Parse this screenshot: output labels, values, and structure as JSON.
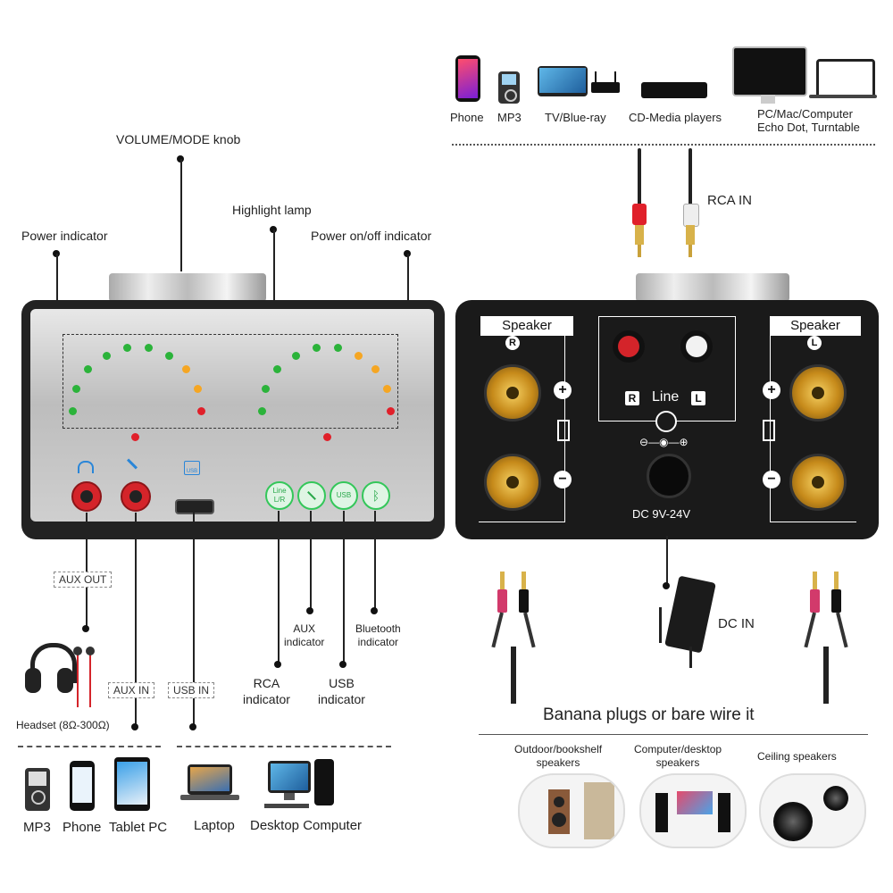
{
  "front": {
    "volume_knob_label": "VOLUME/MODE knob",
    "highlight_lamp_label": "Highlight lamp",
    "power_indicator_label": "Power indicator",
    "power_onoff_label": "Power on/off indicator",
    "aux_out": "AUX OUT",
    "aux_in": "AUX IN",
    "usb_in": "USB IN",
    "headset_label": "Headset (8Ω-300Ω)",
    "aux_indicator": "AUX\nindicator",
    "bluetooth_indicator": "Bluetooth\nindicator",
    "rca_indicator": "RCA\nindicator",
    "usb_indicator": "USB\nindicator",
    "ind_line": "Line\nL/R",
    "ind_usb": "USB",
    "usb_port_label": "USB"
  },
  "bottom_left_devices": [
    {
      "label": "MP3"
    },
    {
      "label": "Phone"
    },
    {
      "label": "Tablet PC"
    },
    {
      "label": "Laptop"
    },
    {
      "label": "Desktop Computer"
    }
  ],
  "top_devices": [
    {
      "label": "Phone"
    },
    {
      "label": "MP3"
    },
    {
      "label": "TV/Blue-ray"
    },
    {
      "label": "CD-Media players"
    },
    {
      "label": "PC/Mac/Computer\nEcho Dot, Turntable"
    }
  ],
  "back": {
    "rca_in": "RCA IN",
    "speaker_r": "Speaker",
    "speaker_l": "Speaker",
    "r_badge": "R",
    "l_badge": "L",
    "line_label": "Line",
    "dc_spec": "DC 9V-24V",
    "dc_in": "DC IN",
    "plus": "+",
    "minus": "−"
  },
  "banana_title": "Banana plugs or bare wire it",
  "speakers": [
    {
      "label": "Outdoor/bookshelf\nspeakers"
    },
    {
      "label": "Computer/desktop\nspeakers"
    },
    {
      "label": "Ceiling speakers"
    }
  ],
  "colors": {
    "led_green": "#2bb33a",
    "led_orange": "#f5a623",
    "led_red": "#e0202a",
    "jack_red": "#d4242a",
    "indicator_green": "#34c75a"
  }
}
